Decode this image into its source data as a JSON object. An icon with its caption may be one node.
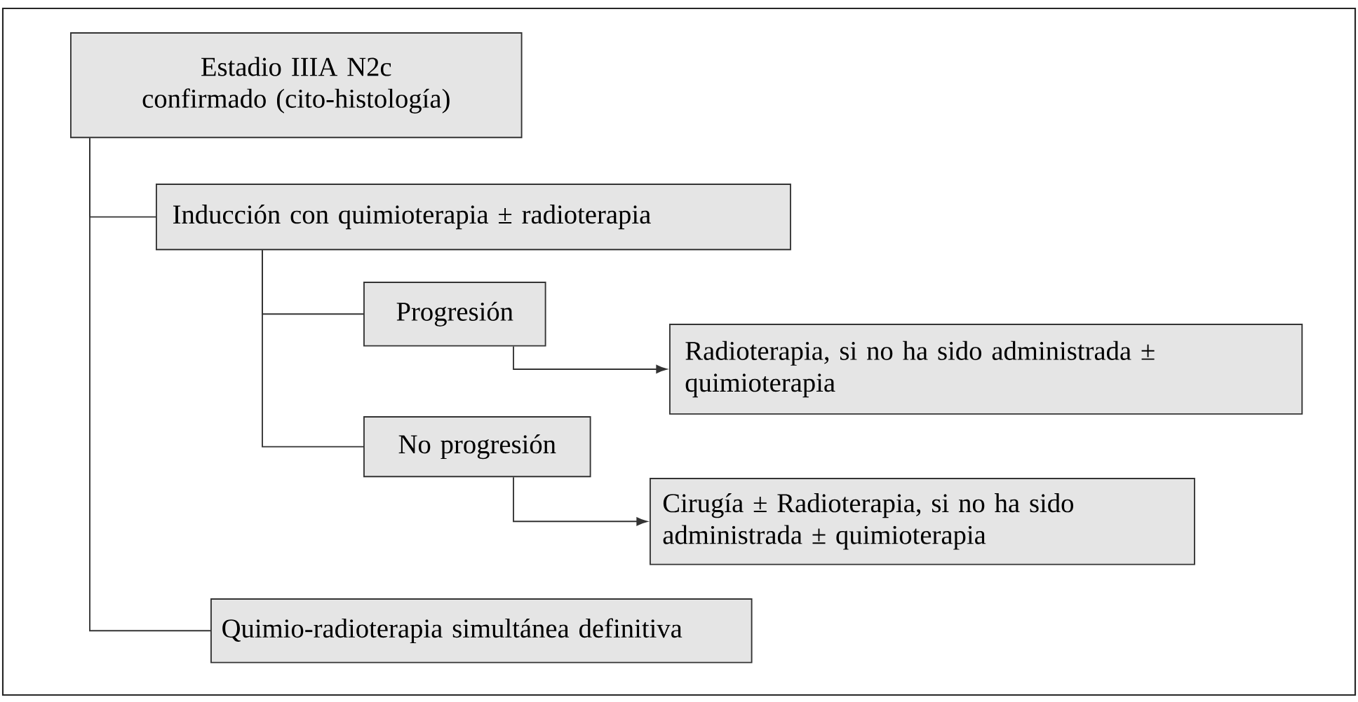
{
  "diagram": {
    "nodes": [
      {
        "text": [
          "Estadio IIIA N2c confirmado (cito-histología)"
        ]
      },
      {
        "text": [
          "Inducción con quimioterapia ± radioterapia"
        ]
      },
      {
        "text": [
          "Progresión"
        ]
      },
      {
        "text": [
          "Radioterapia, si no ha sido administrada ± quimioterapia"
        ]
      },
      {
        "text": [
          "No progresión"
        ]
      },
      {
        "text": [
          "Cirugía ±  Radioterapia, si no ha sido administrada  ± quimioterapia"
        ]
      },
      {
        "text": [
          "Quimio-radioterapia simultánea definitiva"
        ]
      }
    ],
    "edges": [
      {
        "from": 0,
        "to": 1,
        "arrow": "none"
      },
      {
        "from": 0,
        "to": 6,
        "arrow": "none"
      },
      {
        "from": 1,
        "to": 2,
        "arrow": "none"
      },
      {
        "from": 1,
        "to": 4,
        "arrow": "none"
      },
      {
        "from": 2,
        "to": 3,
        "arrow": "to"
      },
      {
        "from": 4,
        "to": 5,
        "arrow": "to"
      }
    ]
  }
}
